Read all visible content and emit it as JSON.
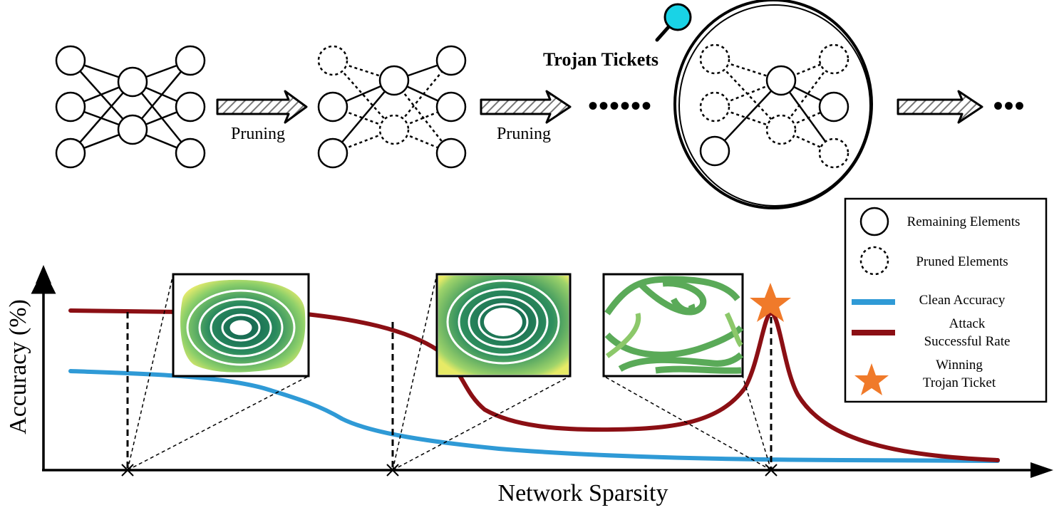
{
  "pipeline": {
    "prune_label_1": "Pruning",
    "prune_label_2": "Pruning",
    "ellipsis_mid": "••••••",
    "trojan_title": "Trojan Tickets",
    "ellipsis_end": "•••"
  },
  "legend": {
    "remaining": "Remaining Elements",
    "pruned": "Pruned Elements",
    "clean": "Clean Accuracy",
    "attack_line1": "Attack",
    "attack_line2": "Successful Rate",
    "winning_line1": "Winning",
    "winning_line2": "Trojan Ticket"
  },
  "chart": {
    "ylabel": "Accuracy (%)",
    "xlabel": "Network Sparsity"
  },
  "colors": {
    "clean": "#2f9ad6",
    "attack": "#8b0f14",
    "star": "#f07a2a",
    "magnifier": "#19d3e6",
    "landscape_dark": "#1f7a5c",
    "landscape_mid": "#4aa862",
    "landscape_light": "#e3e868"
  },
  "icons": {
    "magnifier": "magnifier-icon",
    "star": "star-icon"
  }
}
